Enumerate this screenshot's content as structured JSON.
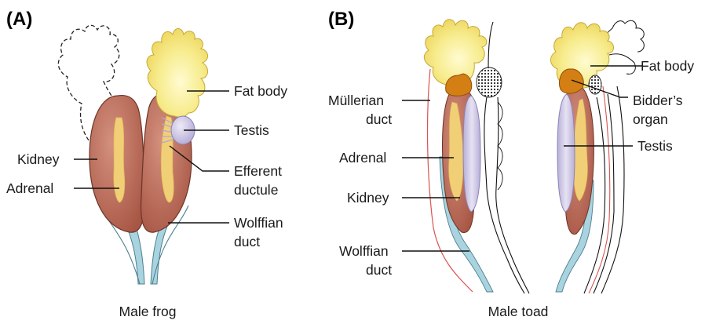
{
  "panel_a": {
    "letter": "(A)",
    "caption": "Male frog",
    "labels": {
      "fat_body": "Fat body",
      "testis": "Testis",
      "kidney": "Kidney",
      "adrenal": "Adrenal",
      "efferent_1": "Efferent",
      "efferent_2": "ductule",
      "wolffian_1": "Wolffian",
      "wolffian_2": "duct"
    }
  },
  "panel_b": {
    "letter": "(B)",
    "caption": "Male toad",
    "labels": {
      "mullerian_1": "Müllerian",
      "mullerian_2": "duct",
      "adrenal": "Adrenal",
      "kidney": "Kidney",
      "wolffian_1": "Wolffian",
      "wolffian_2": "duct",
      "fat_body": "Fat body",
      "bidders_1": "Bidder’s",
      "bidders_2": "organ",
      "testis": "Testis"
    }
  },
  "colors": {
    "kidney": "#b86a58",
    "adrenal": "#f1cf77",
    "fat_body": "#f6ea8a",
    "testis": "#c9c2e2",
    "duct": "#a9d4df",
    "bidder": "#d47f14",
    "mullerian": "#d9534f"
  }
}
